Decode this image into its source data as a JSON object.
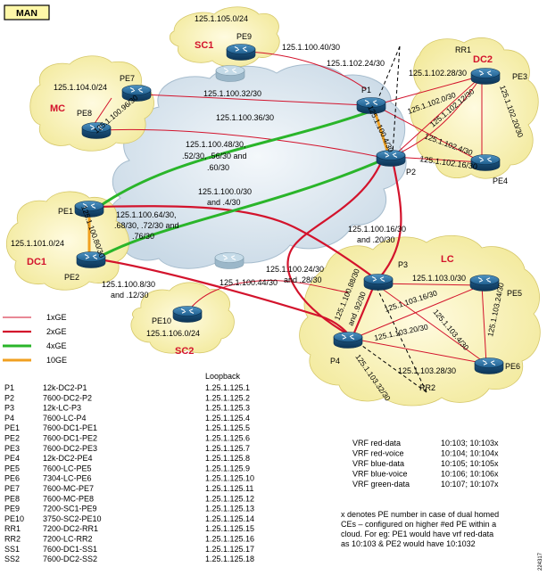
{
  "title": "MAN",
  "figure_id": "224317",
  "sites": {
    "sc1": "SC1",
    "dc2": "DC2",
    "mc": "MC",
    "dc1": "DC1",
    "lc": "LC",
    "sc2": "SC2"
  },
  "cloud_subnets": {
    "sc1": "125.1.105.0/24",
    "mc": "125.1.104.0/24",
    "dc1": "125.1.101.0/24",
    "sc2": "125.1.106.0/24"
  },
  "routers": {
    "pe9": "PE9",
    "p1": "P1",
    "p2": "P2",
    "p3": "P3",
    "p4": "P4",
    "pe3": "PE3",
    "pe4": "PE4",
    "pe5": "PE5",
    "pe6": "PE6",
    "pe7": "PE7",
    "pe8": "PE8",
    "pe1": "PE1",
    "pe2": "PE2",
    "pe10": "PE10",
    "rr1": "RR1",
    "rr2": "RR2"
  },
  "links": {
    "l1": "125.1.100.40/30",
    "l2": "125.1.102.24/30",
    "l3": "125.1.102.28/30",
    "l4": "125.1.100.32/30",
    "l5": "125.1.100.96/30",
    "l6": "125.1.100.36/30",
    "l7": "125.1.102.0/30",
    "l8": "125.1.102.12/30",
    "l9": "125.1.102.20/30",
    "l10": "125.1.102.4/30",
    "l11": "125.1.102.16/30",
    "l12": "125.1.100.4/30",
    "l13a": "125.1.100.48/30,",
    "l13b": ".52/30, .56/30 and",
    "l13c": ".60/30",
    "l14a": "125.1.100.0/30",
    "l14b": "and .4/30",
    "l15": "125.1.100.80/30",
    "l16a": "125.1.100.64/30,",
    "l16b": ".68/30, .72/30 and",
    "l16c": ".76/30",
    "l17a": "125.1.100.16/30",
    "l17b": "and .20/30",
    "l18a": "125.1.100.24/30",
    "l18b": "and .28/30",
    "l19a": "125.1.100.8/30",
    "l19b": "and .12/30",
    "l20": "125.1.100.44/30",
    "l21": "125.1.103.0/30",
    "l22": "125.1.103.16/30",
    "l23": "125.1.103.4/30",
    "l24": "125.1.103.24/30",
    "l25": "125.1.103.20/30",
    "l26": "125.1.103.28/30",
    "l27": "125.1.103.32/30",
    "l28a": "125.1.100.88/30",
    "l28b": "and .92/30"
  },
  "legend": [
    {
      "label": "1xGE",
      "color": "#d3132c",
      "width": 1
    },
    {
      "label": "2xGE",
      "color": "#d3132c",
      "width": 2.2
    },
    {
      "label": "4xGE",
      "color": "#2ab52a",
      "width": 3
    },
    {
      "label": "10GE",
      "color": "#f0a020",
      "width": 3
    }
  ],
  "loopback_header": "Loopback",
  "device_table": [
    [
      "P1",
      "12k-DC2-P1",
      "1.25.1.125.1"
    ],
    [
      "P2",
      "7600-DC2-P2",
      "1.25.1.125.2"
    ],
    [
      "P3",
      "12k-LC-P3",
      "1.25.1.125.3"
    ],
    [
      "P4",
      "7600-LC-P4",
      "1.25.1.125.4"
    ],
    [
      "PE1",
      "7600-DC1-PE1",
      "1.25.1.125.5"
    ],
    [
      "PE2",
      "7600-DC1-PE2",
      "1.25.1.125.6"
    ],
    [
      "PE3",
      "7600-DC2-PE3",
      "1.25.1.125.7"
    ],
    [
      "PE4",
      "12k-DC2-PE4",
      "1.25.1.125.8"
    ],
    [
      "PE5",
      "7600-LC-PE5",
      "1.25.1.125.9"
    ],
    [
      "PE6",
      "7304-LC-PE6",
      "1.25.1.125.10"
    ],
    [
      "PE7",
      "7600-MC-PE7",
      "1.25.1.125.11"
    ],
    [
      "PE8",
      "7600-MC-PE8",
      "1.25.1.125.12"
    ],
    [
      "PE9",
      "7200-SC1-PE9",
      "1.25.1.125.13"
    ],
    [
      "PE10",
      "3750-SC2-PE10",
      "1.25.1.125.14"
    ],
    [
      "RR1",
      "7200-DC2-RR1",
      "1.25.1.125.15"
    ],
    [
      "RR2",
      "7200-LC-RR2",
      "1.25.1.125.16"
    ],
    [
      "SS1",
      "7600-DC1-SS1",
      "1.25.1.125.17"
    ],
    [
      "SS2",
      "7600-DC2-SS2",
      "1.25.1.125.18"
    ]
  ],
  "vrf_table": [
    [
      "VRF red-data",
      "10:103; 10:103x"
    ],
    [
      "VRF red-voice",
      "10:104; 10:104x"
    ],
    [
      "VRF blue-data",
      "10:105; 10:105x"
    ],
    [
      "VRF blue-voice",
      "10:106; 10:106x"
    ],
    [
      "VRF green-data",
      "10:107; 10:107x"
    ]
  ],
  "note": [
    "x denotes PE number in case of dual homed",
    "CEs – configured on higher #ed PE within a",
    "cloud. For eg: PE1 would have vrf red-data",
    "as 10:103 & PE2 would have 10:1032"
  ]
}
